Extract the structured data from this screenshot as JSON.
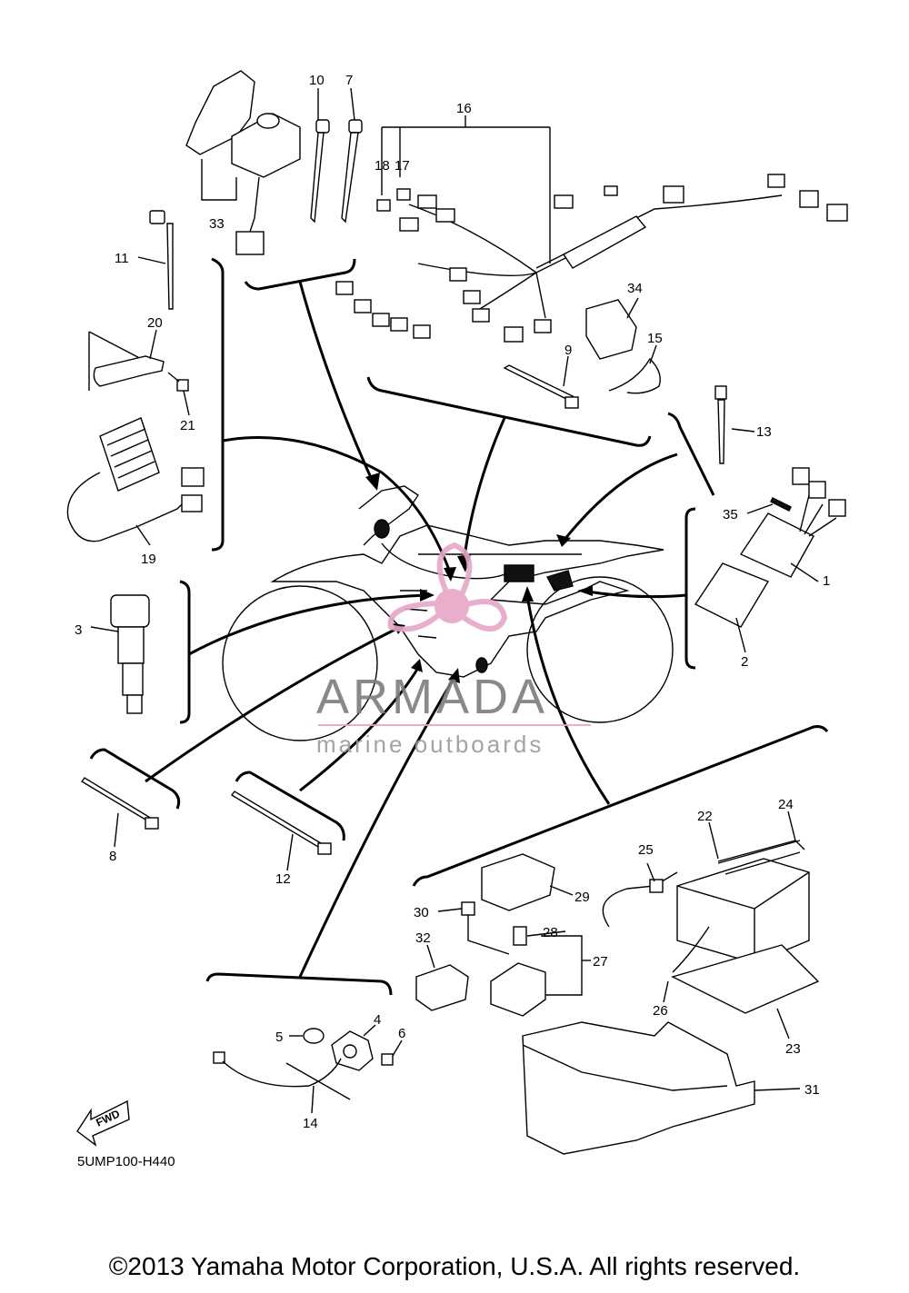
{
  "labels": {
    "p1": "1",
    "p2": "2",
    "p3": "3",
    "p4": "4",
    "p5": "5",
    "p6": "6",
    "p7": "7",
    "p8": "8",
    "p9": "9",
    "p10": "10",
    "p11": "11",
    "p12": "12",
    "p13": "13",
    "p14": "14",
    "p15": "15",
    "p16": "16",
    "p17": "17",
    "p18": "18",
    "p19": "19",
    "p20": "20",
    "p21": "21",
    "p22": "22",
    "p23": "23",
    "p24": "24",
    "p25": "25",
    "p26": "26",
    "p27": "27",
    "p28": "28",
    "p29": "29",
    "p30": "30",
    "p31": "31",
    "p32": "32",
    "p33": "33",
    "p34": "34",
    "p35": "35"
  },
  "fwd_label": "FWD",
  "diagram_code": "5UMP100-H440",
  "watermark": {
    "title": "ARMADA",
    "subtitle": "marine outboards",
    "color": "#e8a6c8"
  },
  "copyright": "©2013 Yamaha Motor Corporation, U.S.A. All rights reserved."
}
